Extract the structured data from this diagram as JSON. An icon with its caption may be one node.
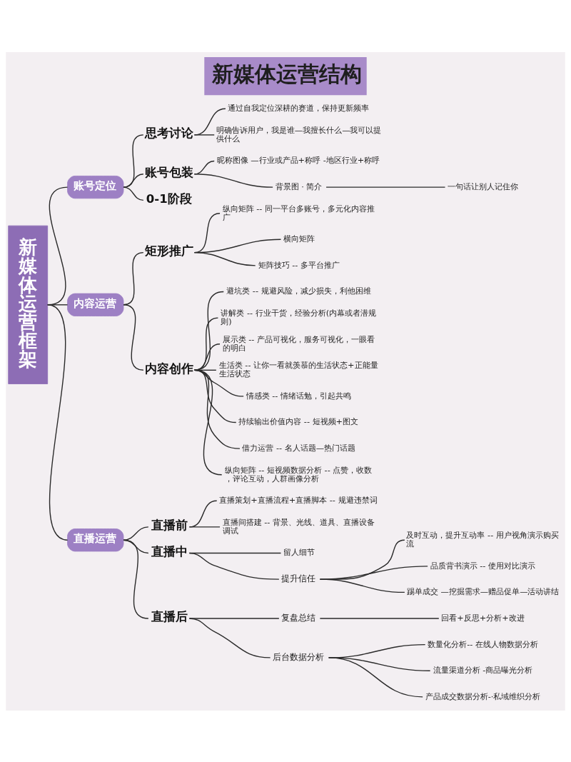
{
  "diagram": {
    "title": "新媒体运营结构",
    "nodes": [
      {
        "text": [
          "新媒体运营框架"
        ]
      },
      {
        "text": [
          "账号定位"
        ]
      },
      {
        "text": [
          "思考讨论"
        ]
      },
      {
        "text": [
          "通过自我定位深耕的赛道，保持更新频率"
        ]
      },
      {
        "text": [
          "明确告诉用户，我是谁—我擅长什么—我可以提供什么"
        ]
      },
      {
        "text": [
          "账号包装"
        ]
      },
      {
        "text": [
          "昵称图像 —行业或产品+称呼 -地区行业+称呼"
        ]
      },
      {
        "text": [
          "背景图 · 简介"
        ]
      },
      {
        "text": [
          "一句话让别人记住你"
        ]
      },
      {
        "text": [
          "0-1阶段"
        ]
      },
      {
        "text": [
          "内容运营"
        ]
      },
      {
        "text": [
          "矩形推广"
        ]
      },
      {
        "text": [
          "纵向矩阵 -- 同一平台多账号，多元化内容推广"
        ]
      },
      {
        "text": [
          "横向矩阵"
        ]
      },
      {
        "text": [
          "矩阵技巧 -- 多平台推广"
        ]
      },
      {
        "text": [
          "内容创作"
        ]
      },
      {
        "text": [
          "避坑类 -- 规避风险，减少损失，利他困维"
        ]
      },
      {
        "text": [
          "讲解类 -- 行业干货，经验分析(内幕或者潜规则)"
        ]
      },
      {
        "text": [
          "展示类 -- 产品可视化，服务可视化，一眼看的明白"
        ]
      },
      {
        "text": [
          "生活类 -- 让你一看就羡慕的生活状态+正能量生活状态"
        ]
      },
      {
        "text": [
          "情感类 -- 情绪话勉，引起共鸣"
        ]
      },
      {
        "text": [
          "持续输出价值内容 -- 短视频+图文"
        ]
      },
      {
        "text": [
          "借力运营 -- 名人话题—热门话题"
        ]
      },
      {
        "text": [
          "纵向矩阵 -- 短视频数据分析 -- 点赞，收数，评论互动，人群画像分析"
        ]
      },
      {
        "text": [
          "直播运营"
        ]
      },
      {
        "text": [
          "直播前"
        ]
      },
      {
        "text": [
          "直播策划+直播流程+直播脚本 -- 规避违禁词"
        ]
      },
      {
        "text": [
          "直播间搭建 -- 背景、光线、道具、直播设备调试"
        ]
      },
      {
        "text": [
          "直播中"
        ]
      },
      {
        "text": [
          "留人细节"
        ]
      },
      {
        "text": [
          "提升信任"
        ]
      },
      {
        "text": [
          "及时互动，提升互动率 -- 用户视角演示购买流"
        ]
      },
      {
        "text": [
          "品质背书演示 -- 使用对比演示"
        ]
      },
      {
        "text": [
          "踢单成交 —挖掘需求—赠品促单—活动讲结"
        ]
      },
      {
        "text": [
          "直播后"
        ]
      },
      {
        "text": [
          "复盘总结"
        ]
      },
      {
        "text": [
          "回看+反思+分析+改进"
        ]
      },
      {
        "text": [
          "后台数据分析"
        ]
      },
      {
        "text": [
          "数量化分析-- 在线人物数据分析"
        ]
      },
      {
        "text": [
          "流量渠道分析 -商品曝光分析"
        ]
      },
      {
        "text": [
          "产品成交数据分析-·私域维织分析"
        ]
      }
    ],
    "edges": [
      {
        "from": 0,
        "to": 1,
        "arrow": "none"
      },
      {
        "from": 0,
        "to": 10,
        "arrow": "none"
      },
      {
        "from": 0,
        "to": 24,
        "arrow": "none"
      },
      {
        "from": 1,
        "to": 2,
        "arrow": "none"
      },
      {
        "from": 1,
        "to": 5,
        "arrow": "none"
      },
      {
        "from": 1,
        "to": 9,
        "arrow": "none"
      },
      {
        "from": 2,
        "to": 3,
        "arrow": "none"
      },
      {
        "from": 2,
        "to": 4,
        "arrow": "none"
      },
      {
        "from": 5,
        "to": 6,
        "arrow": "none"
      },
      {
        "from": 5,
        "to": 7,
        "arrow": "none"
      },
      {
        "from": 7,
        "to": 8,
        "arrow": "none"
      },
      {
        "from": 10,
        "to": 11,
        "arrow": "none"
      },
      {
        "from": 10,
        "to": 15,
        "arrow": "none"
      },
      {
        "from": 11,
        "to": 12,
        "arrow": "none"
      },
      {
        "from": 11,
        "to": 13,
        "arrow": "none"
      },
      {
        "from": 11,
        "to": 14,
        "arrow": "none"
      },
      {
        "from": 15,
        "to": 16,
        "arrow": "none"
      },
      {
        "from": 15,
        "to": 17,
        "arrow": "none"
      },
      {
        "from": 15,
        "to": 18,
        "arrow": "none"
      },
      {
        "from": 15,
        "to": 19,
        "arrow": "none"
      },
      {
        "from": 15,
        "to": 20,
        "arrow": "none"
      },
      {
        "from": 15,
        "to": 21,
        "arrow": "none"
      },
      {
        "from": 15,
        "to": 22,
        "arrow": "none"
      },
      {
        "from": 15,
        "to": 23,
        "arrow": "none"
      },
      {
        "from": 24,
        "to": 25,
        "arrow": "none"
      },
      {
        "from": 24,
        "to": 28,
        "arrow": "none"
      },
      {
        "from": 24,
        "to": 34,
        "arrow": "none"
      },
      {
        "from": 25,
        "to": 26,
        "arrow": "none"
      },
      {
        "from": 25,
        "to": 27,
        "arrow": "none"
      },
      {
        "from": 28,
        "to": 29,
        "arrow": "none"
      },
      {
        "from": 28,
        "to": 30,
        "arrow": "none"
      },
      {
        "from": 30,
        "to": 31,
        "arrow": "none"
      },
      {
        "from": 30,
        "to": 32,
        "arrow": "none"
      },
      {
        "from": 30,
        "to": 33,
        "arrow": "none"
      },
      {
        "from": 34,
        "to": 35,
        "arrow": "none"
      },
      {
        "from": 34,
        "to": 37,
        "arrow": "none"
      },
      {
        "from": 35,
        "to": 36,
        "arrow": "none"
      },
      {
        "from": 37,
        "to": 38,
        "arrow": "none"
      },
      {
        "from": 37,
        "to": 39,
        "arrow": "none"
      },
      {
        "from": 37,
        "to": 40,
        "arrow": "none"
      }
    ]
  }
}
